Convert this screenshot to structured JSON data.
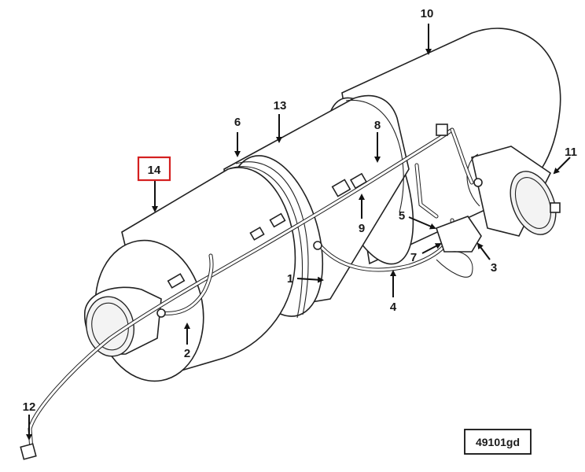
{
  "callouts": [
    {
      "id": "1",
      "label": "1"
    },
    {
      "id": "2",
      "label": "2"
    },
    {
      "id": "3",
      "label": "3"
    },
    {
      "id": "4",
      "label": "4"
    },
    {
      "id": "5",
      "label": "5"
    },
    {
      "id": "6",
      "label": "6"
    },
    {
      "id": "7",
      "label": "7"
    },
    {
      "id": "8",
      "label": "8"
    },
    {
      "id": "9",
      "label": "9"
    },
    {
      "id": "10",
      "label": "10"
    },
    {
      "id": "11",
      "label": "11"
    },
    {
      "id": "12",
      "label": "12"
    },
    {
      "id": "13",
      "label": "13"
    },
    {
      "id": "14",
      "label": "14"
    }
  ],
  "highlight": {
    "callout": "14",
    "color": "#d42020"
  },
  "reference_code": "49101gd"
}
